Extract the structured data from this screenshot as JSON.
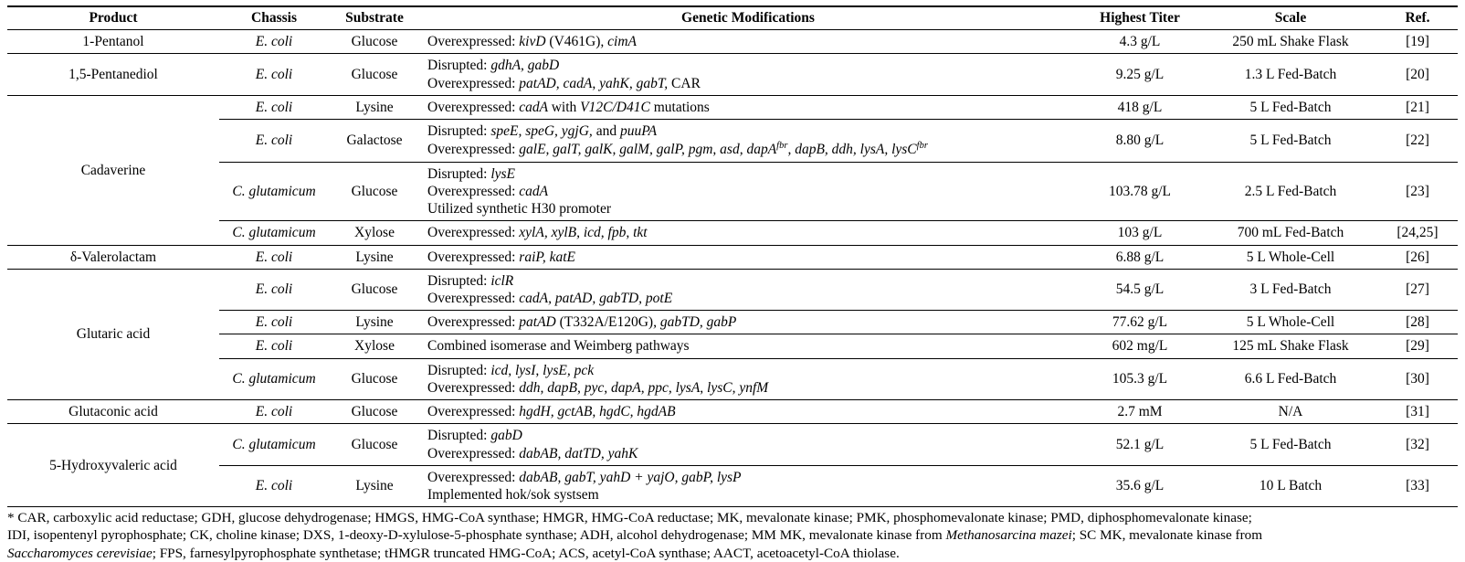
{
  "table": {
    "headers": {
      "product": "Product",
      "chassis": "Chassis",
      "substrate": "Substrate",
      "genetic_modifications": "Genetic Modifications",
      "highest_titer": "Highest Titer",
      "scale": "Scale",
      "ref": "Ref."
    },
    "rows": [
      {
        "product": "1-Pentanol",
        "chassis": "E. coli",
        "substrate": "Glucose",
        "genmod_lines": [
          "Overexpressed: kivD (V461G), cimA"
        ],
        "titer": "4.3 g/L",
        "scale": "250 mL Shake Flask",
        "ref": "[19]"
      },
      {
        "product": "1,5-Pentanediol",
        "chassis": "E. coli",
        "substrate": "Glucose",
        "genmod_lines": [
          "Disrupted: gdhA, gabD",
          "Overexpressed: patAD, cadA, yahK, gabT, CAR"
        ],
        "titer": "9.25 g/L",
        "scale": "1.3 L Fed-Batch",
        "ref": "[20]"
      },
      {
        "product": "Cadaverine",
        "chassis": "E. coli",
        "substrate": "Lysine",
        "genmod_lines": [
          "Overexpressed: cadA with V12C/D41C mutations"
        ],
        "titer": "418 g/L",
        "scale": "5 L Fed-Batch",
        "ref": "[21]"
      },
      {
        "product": "",
        "chassis": "E. coli",
        "substrate": "Galactose",
        "genmod_lines": [
          "Disrupted: speE, speG, ygjG, and puuPA",
          "Overexpressed: galE, galT, galK, galM, galP, pgm, asd, dapA fbr, dapB, ddh, lysA, lysC fbr"
        ],
        "titer": "8.80 g/L",
        "scale": "5 L Fed-Batch",
        "ref": "[22]"
      },
      {
        "product": "",
        "chassis": "C. glutamicum",
        "substrate": "Glucose",
        "genmod_lines": [
          "Disrupted: lysE",
          "Overexpressed: cadA",
          "Utilized synthetic H30 promoter"
        ],
        "titer": "103.78 g/L",
        "scale": "2.5 L Fed-Batch",
        "ref": "[23]"
      },
      {
        "product": "",
        "chassis": "C. glutamicum",
        "substrate": "Xylose",
        "genmod_lines": [
          "Overexpressed: xylA, xylB, icd, fpb, tkt"
        ],
        "titer": "103 g/L",
        "scale": "700 mL Fed-Batch",
        "ref": "[24,25]"
      },
      {
        "product": "δ-Valerolactam",
        "chassis": "E. coli",
        "substrate": "Lysine",
        "genmod_lines": [
          "Overexpressed: raiP, katE"
        ],
        "titer": "6.88 g/L",
        "scale": "5 L Whole-Cell",
        "ref": "[26]"
      },
      {
        "product": "Glutaric acid",
        "chassis": "E. coli",
        "substrate": "Glucose",
        "genmod_lines": [
          "Disrupted: iclR",
          "Overexpressed: cadA, patAD, gabTD, potE"
        ],
        "titer": "54.5 g/L",
        "scale": "3 L Fed-Batch",
        "ref": "[27]"
      },
      {
        "product": "",
        "chassis": "E. coli",
        "substrate": "Lysine",
        "genmod_lines": [
          "Overexpressed: patAD (T332A/E120G), gabTD, gabP"
        ],
        "titer": "77.62 g/L",
        "scale": "5 L Whole-Cell",
        "ref": "[28]"
      },
      {
        "product": "",
        "chassis": "E. coli",
        "substrate": "Xylose",
        "genmod_lines": [
          "Combined isomerase and Weimberg pathways"
        ],
        "titer": "602 mg/L",
        "scale": "125 mL Shake Flask",
        "ref": "[29]"
      },
      {
        "product": "",
        "chassis": "C. glutamicum",
        "substrate": "Glucose",
        "genmod_lines": [
          "Disrupted: icd, lysI, lysE, pck",
          "Overexpressed: ddh, dapB, pyc, dapA, ppc, lysA, lysC, ynfM"
        ],
        "titer": "105.3 g/L",
        "scale": "6.6 L Fed-Batch",
        "ref": "[30]"
      },
      {
        "product": "Glutaconic acid",
        "chassis": "E. coli",
        "substrate": "Glucose",
        "genmod_lines": [
          "Overexpressed: hgdH, gctAB, hgdC, hgdAB"
        ],
        "titer": "2.7 mM",
        "scale": "N/A",
        "ref": "[31]"
      },
      {
        "product": "5-Hydroxyvaleric acid",
        "chassis": "C. glutamicum",
        "substrate": "Glucose",
        "genmod_lines": [
          "Disrupted: gabD",
          "Overexpressed: dabAB, datTD, yahK"
        ],
        "titer": "52.1 g/L",
        "scale": "5 L Fed-Batch",
        "ref": "[32]"
      },
      {
        "product": "",
        "chassis": "E. coli",
        "substrate": "Lysine",
        "genmod_lines": [
          "Overexpressed: dabAB, gabT, yahD + yajO, gabP, lysP",
          "Implemented hok/sok systsem"
        ],
        "titer": "35.6 g/L",
        "scale": "10 L Batch",
        "ref": "[33]"
      }
    ]
  },
  "footnote": {
    "line1": "* CAR, carboxylic acid reductase; GDH, glucose dehydrogenase; HMGS, HMG-CoA synthase; HMGR, HMG-CoA reductase; MK, mevalonate kinase; PMK, phosphomevalonate kinase; PMD, diphosphomevalonate kinase;",
    "line2": "IDI, isopentenyl pyrophosphate; CK, choline kinase; DXS, 1-deoxy-D-xylulose-5-phosphate synthase; ADH, alcohol dehydrogenase; MM MK, mevalonate kinase from Methanosarcina mazei; SC MK, mevalonate kinase from",
    "line3": "Saccharomyces cerevisiae; FPS, farnesylpyrophosphate synthetase; tHMGR truncated HMG-CoA; ACS, acetyl-CoA synthase; AACT, acetoacetyl-CoA thiolase."
  },
  "style": {
    "rule_color": "#000000",
    "text_color": "#000000",
    "background": "#ffffff"
  }
}
